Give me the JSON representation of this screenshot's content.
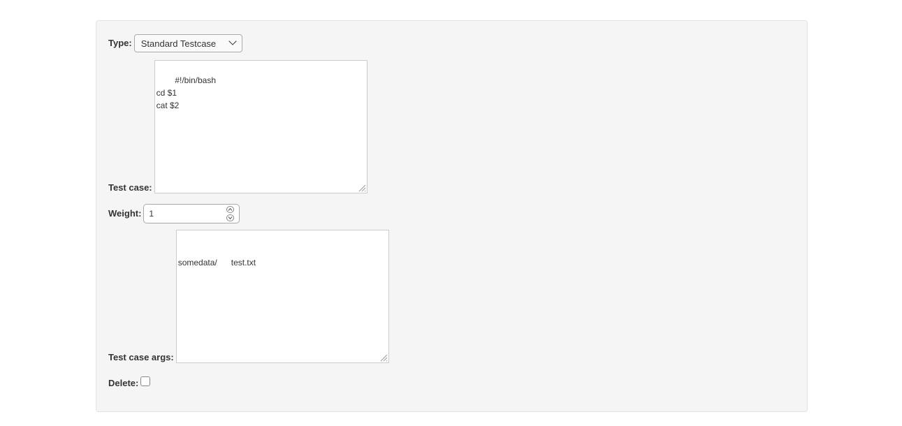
{
  "form": {
    "type_label": "Type:",
    "type_selected": "Standard Testcase",
    "testcase_label": "Test case:",
    "testcase_value": "#!/bin/bash\ncd $1\ncat $2",
    "weight_label": "Weight:",
    "weight_value": "1",
    "args_label": "Test case args:",
    "args_items": [
      "somedata/",
      "test.txt"
    ],
    "delete_label": "Delete:"
  },
  "icons": {
    "select_arrow": "chevron-down-icon",
    "spin_up": "chevron-up-icon",
    "spin_down": "chevron-down-icon",
    "resize": "resize-grip-icon"
  },
  "colors": {
    "panel_bg": "#f5f5f5",
    "panel_border": "#e3e3e3",
    "link": "#3a87ad"
  }
}
